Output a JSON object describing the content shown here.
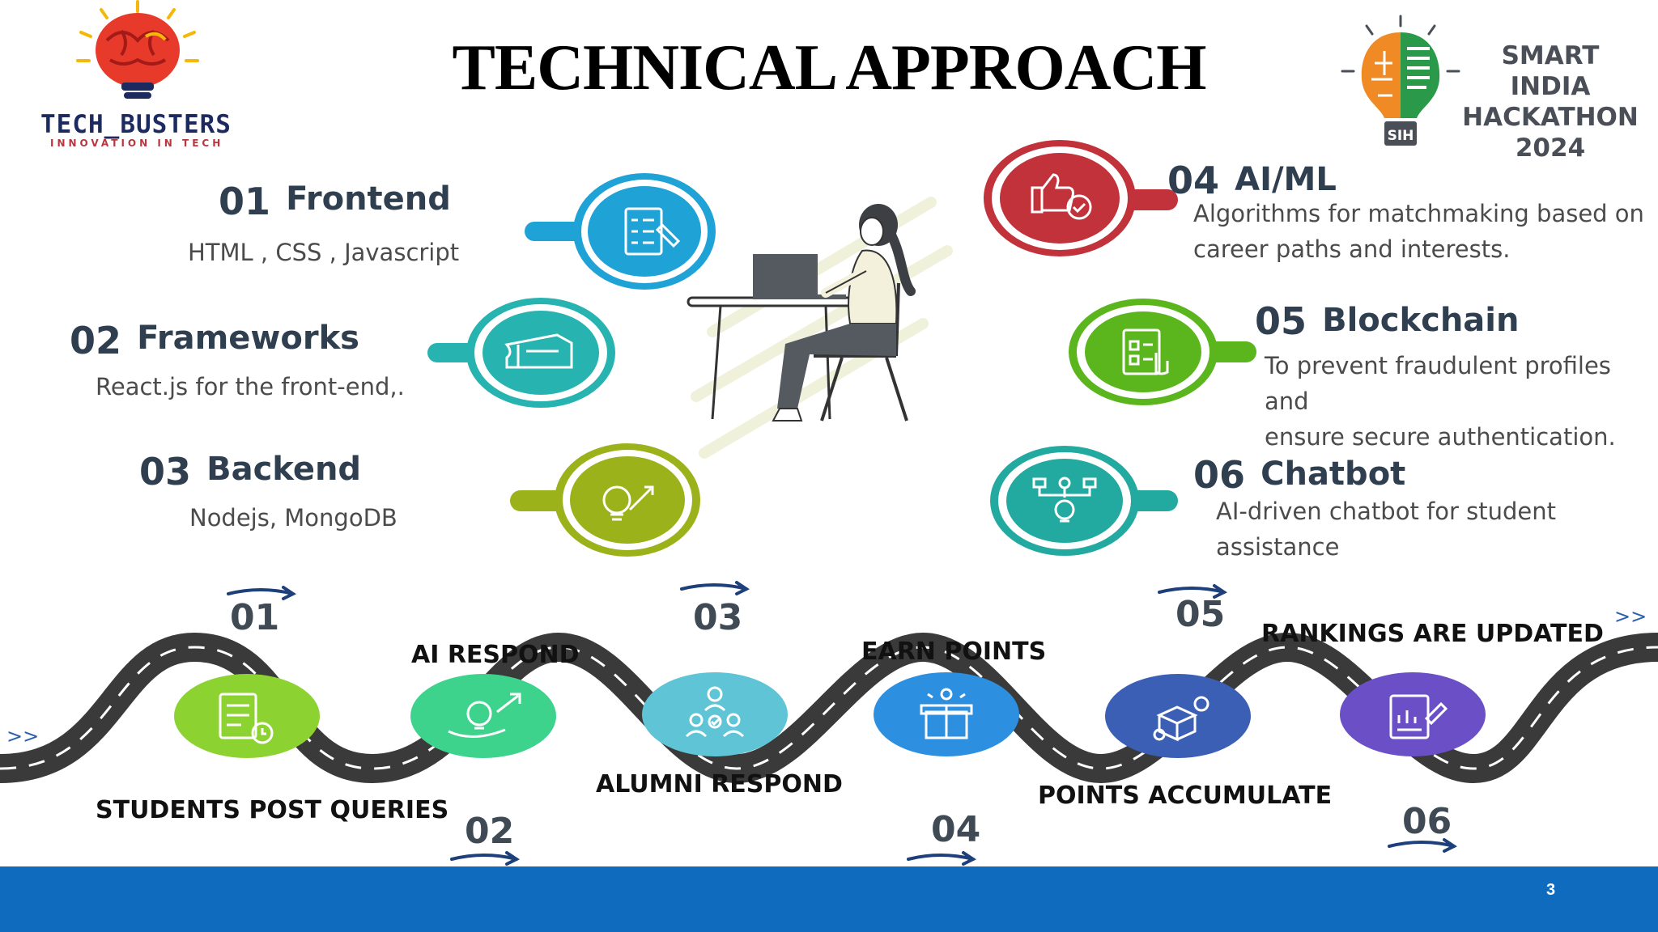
{
  "title": "TECHNICAL APPROACH",
  "logos": {
    "team_name": "TECH_BUSTERS",
    "team_tagline": "INNOVATION IN TECH",
    "hackathon_line1": "SMART INDIA",
    "hackathon_line2": "HACKATHON",
    "hackathon_line3": "2024",
    "hackathon_badge": "SIH"
  },
  "tech_stack": [
    {
      "num": "01",
      "name": "Frontend",
      "desc": "HTML , CSS , Javascript",
      "color": "#1fa2d6"
    },
    {
      "num": "02",
      "name": "Frameworks",
      "desc": "React.js for the front-end,.",
      "color": "#27b3b0"
    },
    {
      "num": "03",
      "name": "Backend",
      "desc": "Nodejs, MongoDB",
      "color": "#9bb21a"
    },
    {
      "num": "04",
      "name": "AI/ML",
      "desc_line1": "Algorithms for matchmaking based on",
      "desc_line2": "career paths and interests.",
      "color": "#c1323a"
    },
    {
      "num": "05",
      "name": "Blockchain",
      "desc_line1": "To prevent fraudulent profiles and",
      "desc_line2": "ensure secure authentication.",
      "color": "#5bb51c"
    },
    {
      "num": "06",
      "name": "Chatbot",
      "desc_line1": "AI-driven chatbot for student",
      "desc_line2": "assistance",
      "color": "#22aaa0"
    }
  ],
  "roadmap": [
    {
      "num": "01",
      "label": "STUDENTS POST QUERIES",
      "color": "#8cd231"
    },
    {
      "num": "02",
      "label": "AI RESPOND",
      "color": "#3ed38d"
    },
    {
      "num": "03",
      "label": "ALUMNI RESPOND",
      "color": "#5ec4d6"
    },
    {
      "num": "04",
      "label": "EARN POINTS",
      "color": "#2d8fe0"
    },
    {
      "num": "05",
      "label": "POINTS ACCUMULATE",
      "color": "#3b5fb5"
    },
    {
      "num": "06",
      "label": "RANKINGS ARE UPDATED",
      "color": "#6a4fc6"
    }
  ],
  "road_markers": {
    "left": ">>",
    "right": ">>"
  },
  "page_number": "3",
  "colors": {
    "footer": "#0f6bbd",
    "road": "#3a3a3a",
    "text_dark": "#2f3f4f"
  }
}
